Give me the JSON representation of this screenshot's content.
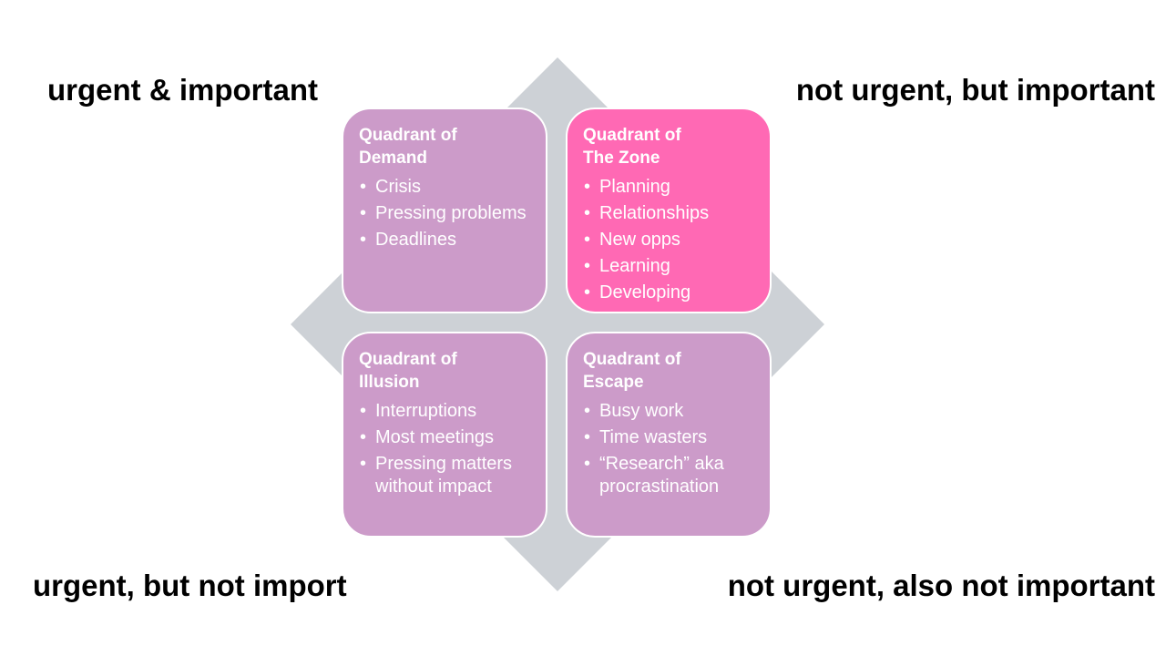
{
  "colors": {
    "background": "#ffffff",
    "diamond": "#cdd1d6",
    "quadrant_default": "#cc9bc9",
    "quadrant_highlight": "#ff69b4",
    "quadrant_text": "#ffffff",
    "label_text": "#000000"
  },
  "labels": {
    "top_left": "urgent & important",
    "top_right": "not urgent, but important",
    "bottom_left": "urgent, but not import",
    "bottom_right": "not urgent, also not important"
  },
  "quadrants": [
    {
      "id": "demand",
      "title": "Quadrant of\nDemand",
      "highlight": false,
      "items": [
        "Crisis",
        "Pressing problems",
        "Deadlines"
      ]
    },
    {
      "id": "zone",
      "title": "Quadrant of\nThe Zone",
      "highlight": true,
      "items": [
        "Planning",
        "Relationships",
        "New opps",
        "Learning",
        "Developing"
      ]
    },
    {
      "id": "illusion",
      "title": "Quadrant of\nIllusion",
      "highlight": false,
      "items": [
        "Interruptions",
        "Most meetings",
        "Pressing matters without impact"
      ]
    },
    {
      "id": "escape",
      "title": "Quadrant of\nEscape",
      "highlight": false,
      "items": [
        "Busy work",
        "Time wasters",
        "“Research” aka procrastination"
      ]
    }
  ]
}
